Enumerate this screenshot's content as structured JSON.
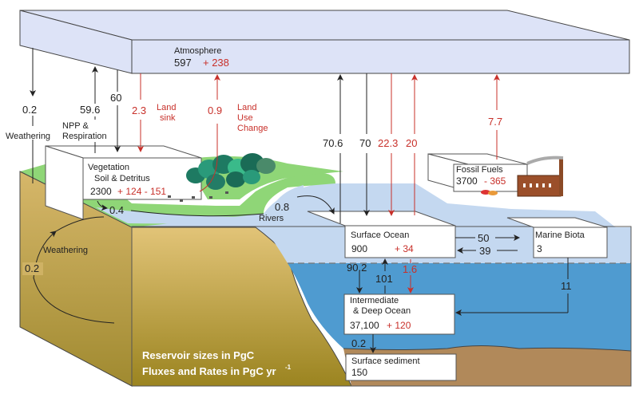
{
  "title": "Global carbon cycle",
  "colors": {
    "atmosphere": "#dde3f7",
    "flux_natural": "#222222",
    "flux_anthropogenic": "#c8302a",
    "land_green": "#8fd677",
    "soil": "#c9ad5c",
    "ocean_surface": "#c4d8f0",
    "ocean_deep": "#4f9bd0",
    "sediment": "#b1895a"
  },
  "reservoirs": {
    "atmosphere": {
      "label": "Atmosphere",
      "natural": "597",
      "anthro": "+ 238"
    },
    "vegetation": {
      "label1": "Vegetation",
      "label2": "Soil & Detritus",
      "natural": "2300",
      "anthro": "+ 124 - 151"
    },
    "fossil_fuels": {
      "label": "Fossil Fuels",
      "natural": "3700",
      "anthro": "- 365"
    },
    "surface_ocean": {
      "label": "Surface Ocean",
      "natural": "900",
      "anthro": "+ 34"
    },
    "marine_biota": {
      "label": "Marine Biota",
      "natural": "3"
    },
    "deep_ocean": {
      "label1": "Intermediate",
      "label2": "& Deep Ocean",
      "natural": "37,100",
      "anthro": "+ 120"
    },
    "sediment": {
      "label": "Surface sediment",
      "natural": "150"
    }
  },
  "fluxes": {
    "weathering_atm": {
      "value": "0.2",
      "label": "Weathering"
    },
    "npp": {
      "value": "59.6",
      "label1": "NPP &",
      "label2": "Respiration"
    },
    "veg_uptake": {
      "value": "60"
    },
    "land_sink": {
      "value": "2.3",
      "label1": "Land",
      "label2": "sink"
    },
    "land_use": {
      "value": "0.9",
      "label1": "Land",
      "label2": "Use",
      "label3": "Change"
    },
    "ocean_out": {
      "value": "70.6"
    },
    "ocean_in": {
      "value": "70"
    },
    "ocean_anthro_in": {
      "value": "22.3"
    },
    "ocean_anthro_out": {
      "value": "20"
    },
    "fossil": {
      "value": "7.7"
    },
    "rivers_veg": {
      "value": "0.4"
    },
    "rivers": {
      "value": "0.8",
      "label": "Rivers"
    },
    "weathering_rock": {
      "value": "0.2",
      "label": "Weathering"
    },
    "to_biota": {
      "value": "50"
    },
    "from_biota": {
      "value": "39"
    },
    "downwelling": {
      "value": "90.2"
    },
    "upwelling": {
      "value": "101"
    },
    "anthro_down": {
      "value": "1.6"
    },
    "biota_sink": {
      "value": "11"
    },
    "to_sediment": {
      "value": "0.2"
    }
  },
  "legend": {
    "line1": "Reservoir sizes in PgC",
    "line2": "Fluxes and Rates in PgC yr",
    "sup": "-1"
  }
}
